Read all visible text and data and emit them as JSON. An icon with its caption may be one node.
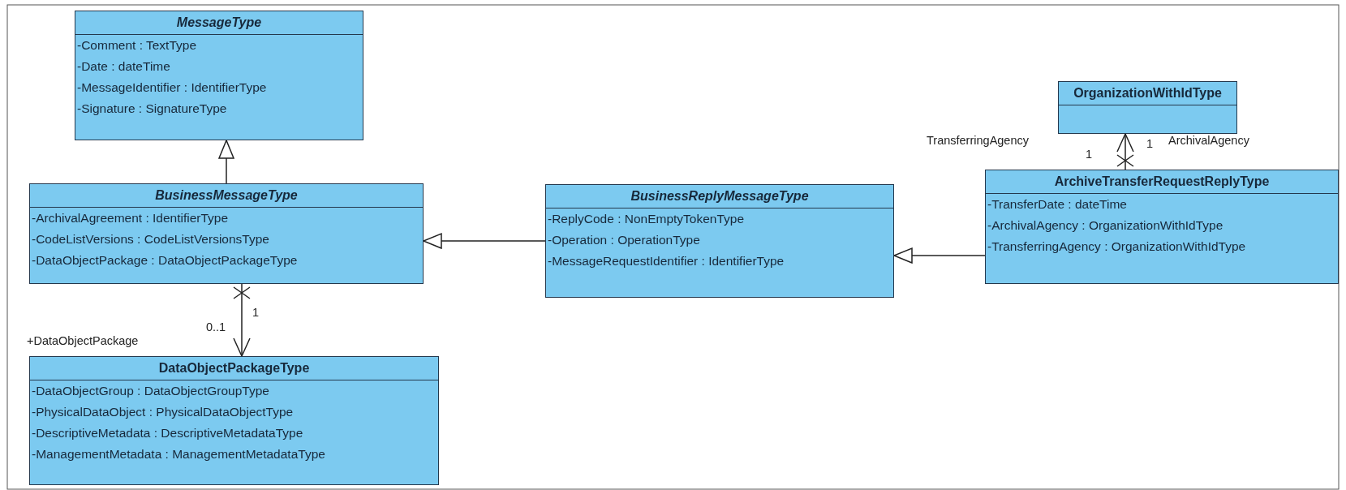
{
  "diagram": {
    "nodes": [
      {
        "text": [
          "MessageType",
          "-Comment : TextType",
          "-Date : dateTime",
          "-MessageIdentifier : IdentifierType",
          "-Signature : SignatureType"
        ]
      },
      {
        "text": [
          "BusinessMessageType",
          "-ArchivalAgreement : IdentifierType",
          "-CodeListVersions : CodeListVersionsType",
          "-DataObjectPackage : DataObjectPackageType"
        ]
      },
      {
        "text": [
          "BusinessReplyMessageType",
          "-ReplyCode : NonEmptyTokenType",
          "-Operation : OperationType",
          "-MessageRequestIdentifier : IdentifierType"
        ]
      },
      {
        "text": [
          "OrganizationWithIdType"
        ]
      },
      {
        "text": [
          "ArchiveTransferRequestReplyType",
          "-TransferDate : dateTime",
          "-ArchivalAgency : OrganizationWithIdType",
          "-TransferringAgency : OrganizationWithIdType"
        ]
      },
      {
        "text": [
          "DataObjectPackageType",
          "-DataObjectGroup : DataObjectGroupType",
          "-PhysicalDataObject : PhysicalDataObjectType",
          "-DescriptiveMetadata : DescriptiveMetadataType",
          "-ManagementMetadata : ManagementMetadataType"
        ]
      }
    ],
    "edges": [
      {
        "from": 1,
        "to": 0,
        "arrow": "to"
      },
      {
        "from": 2,
        "to": 1,
        "arrow": "to"
      },
      {
        "from": 4,
        "to": 2,
        "arrow": "to"
      },
      {
        "from": 4,
        "to": 3,
        "arrow": "to"
      },
      {
        "from": 1,
        "to": 5,
        "arrow": "to"
      }
    ],
    "labels": [
      "1",
      "TransferringAgency",
      "ArchivalAgency",
      "1",
      "1",
      "0..1",
      "+DataObjectPackage"
    ]
  }
}
